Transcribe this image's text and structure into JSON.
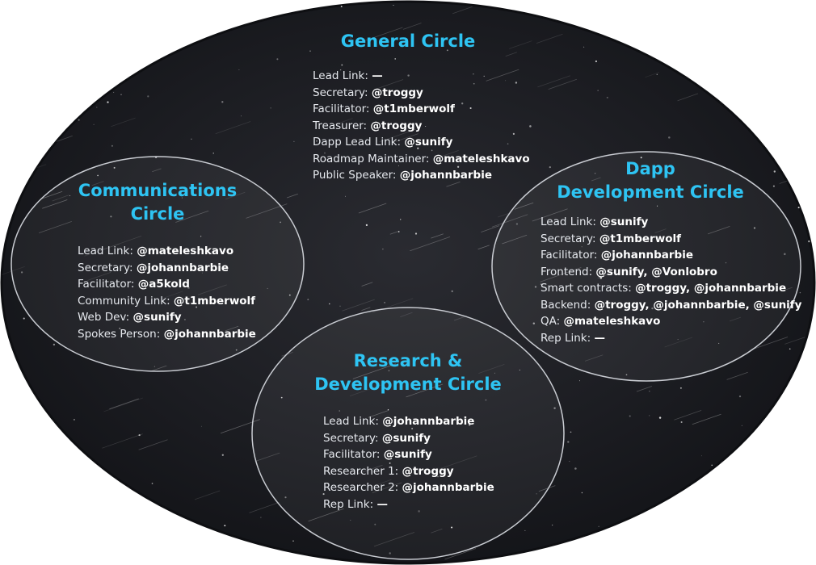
{
  "circles": {
    "general": {
      "title_lines": [
        "General Circle"
      ],
      "roles": [
        {
          "label": "Lead Link:",
          "value": "—"
        },
        {
          "label": "Secretary:",
          "value": "@troggy"
        },
        {
          "label": "Facilitator:",
          "value": "@t1mberwolf"
        },
        {
          "label": "Treasurer:",
          "value": "@troggy"
        },
        {
          "label": "Dapp Lead Link:",
          "value": "@sunify"
        },
        {
          "label": "Roadmap Maintainer:",
          "value": "@mateleshkavo"
        },
        {
          "label": "Public Speaker:",
          "value": "@johannbarbie"
        }
      ]
    },
    "communications": {
      "title_lines": [
        "Communications",
        "Circle"
      ],
      "roles": [
        {
          "label": "Lead Link:",
          "value": "@mateleshkavo"
        },
        {
          "label": "Secretary:",
          "value": "@johannbarbie"
        },
        {
          "label": "Facilitator:",
          "value": "@a5kold"
        },
        {
          "label": "Community Link:",
          "value": "@t1mberwolf"
        },
        {
          "label": "Web Dev:",
          "value": "@sunify"
        },
        {
          "label": "Spokes Person:",
          "value": "@johannbarbie"
        }
      ]
    },
    "dapp": {
      "title_lines": [
        "Dapp",
        "Development Circle"
      ],
      "roles": [
        {
          "label": "Lead Link:",
          "value": "@sunify"
        },
        {
          "label": "Secretary:",
          "value": "@t1mberwolf"
        },
        {
          "label": "Facilitator:",
          "value": "@johannbarbie"
        },
        {
          "label": "Frontend:",
          "value": "@sunify, @Vonlobro"
        },
        {
          "label": "Smart contracts:",
          "value": "@troggy, @johannbarbie"
        },
        {
          "label": "Backend:",
          "value": "@troggy, @johannbarbie, @sunify"
        },
        {
          "label": "QA:",
          "value": "@mateleshkavo"
        },
        {
          "label": "Rep Link:",
          "value": "—"
        }
      ]
    },
    "research": {
      "title_lines": [
        "Research &",
        "Development Circle"
      ],
      "roles": [
        {
          "label": "Lead Link:",
          "value": "@johannbarbie"
        },
        {
          "label": "Secretary:",
          "value": "@sunify"
        },
        {
          "label": "Facilitator:",
          "value": "@sunify"
        },
        {
          "label": "Researcher 1:",
          "value": "@troggy"
        },
        {
          "label": "Researcher 2:",
          "value": "@johannbarbie"
        },
        {
          "label": "Rep Link:",
          "value": "—"
        }
      ]
    }
  },
  "colors": {
    "title": "#2ec4f3",
    "label": "#e6e9ee",
    "value": "#ffffff",
    "background": "#1a1b1f",
    "outer_border": "#0e0f12",
    "inner_border": "#c9ccd2"
  }
}
